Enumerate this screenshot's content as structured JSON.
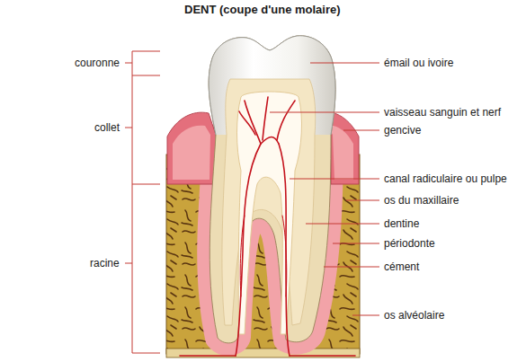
{
  "diagram": {
    "title": "DENT (coupe d'une molaire)",
    "labels": [
      "couronne",
      "collet",
      "racine",
      "émail ou ivoire",
      "vaisseau sanguin et nerf",
      "gencive",
      "canal radiculaire ou pulpe",
      "os du maxillaire",
      "dentine",
      "périodonte",
      "cément",
      "os alvéolaire"
    ]
  }
}
